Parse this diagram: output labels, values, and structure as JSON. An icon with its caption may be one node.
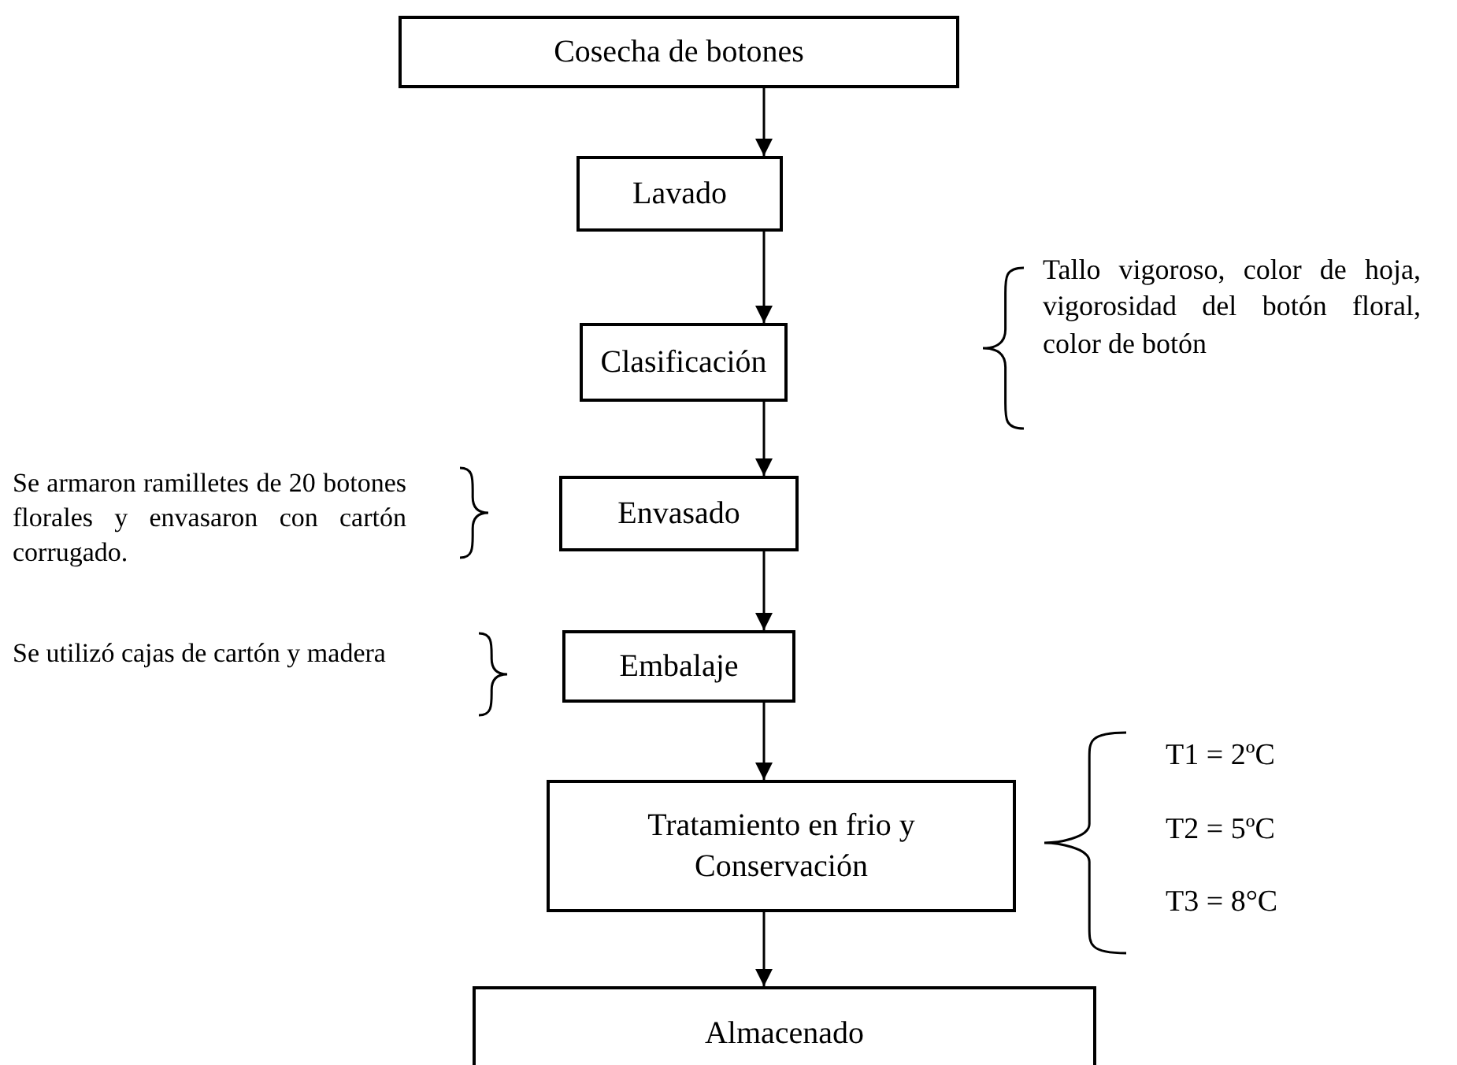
{
  "diagram": {
    "nodes": [
      {
        "text": [
          "Cosecha de botones"
        ]
      },
      {
        "text": [
          "Lavado"
        ]
      },
      {
        "text": [
          "Clasificación"
        ]
      },
      {
        "text": [
          "Envasado"
        ]
      },
      {
        "text": [
          "Embalaje"
        ]
      },
      {
        "text": [
          "Tratamiento en frio y Conservación"
        ],
        "beside": [
          "T1 = 2ºC",
          "T2 = 5ºC",
          "T3 = 8°C"
        ]
      },
      {
        "text": [
          "Almacenado"
        ]
      }
    ],
    "edges": [
      {
        "from": 0,
        "to": 1,
        "arrow": "to"
      },
      {
        "from": 1,
        "to": 2,
        "arrow": "to"
      },
      {
        "from": 2,
        "to": 3,
        "arrow": "to"
      },
      {
        "from": 3,
        "to": 4,
        "arrow": "to"
      },
      {
        "from": 4,
        "to": 5,
        "arrow": "to"
      },
      {
        "from": 5,
        "to": 6,
        "arrow": "to"
      }
    ],
    "labels": [
      "Tallo vigoroso, color de hoja, vigorosidad del botón floral, color de botón",
      "Se armaron ramilletes de 20 botones florales y envasaron con cartón corrugado.",
      "Se utilizó cajas de cartón y madera"
    ]
  }
}
